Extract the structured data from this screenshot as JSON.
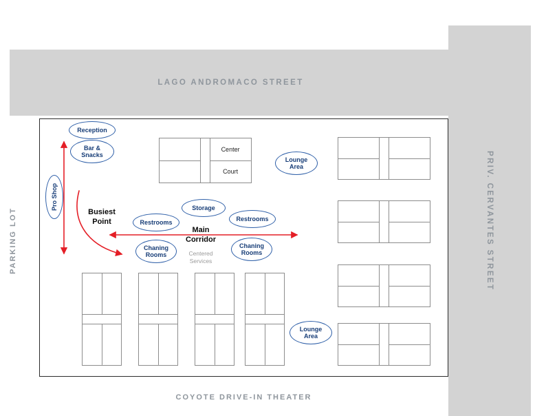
{
  "colors": {
    "street-bg": "#d3d3d3",
    "street-text": "#8f969d",
    "plan-border": "#2b2b2b",
    "oval-stroke": "#2e5fa8",
    "oval-text": "#173d77",
    "court-line": "#8c8c8c",
    "arrow": "#e41e26",
    "note-text": "#0a0a0a",
    "muted-text": "#9a9a9a"
  },
  "streets": {
    "top": "LAGO ANDROMACO STREET",
    "right": "PRIV. CERVANTES STREET",
    "left_area": "PARKING LOT",
    "bottom_area": "COYOTE DRIVE-IN THEATER"
  },
  "zones": {
    "reception": "Reception",
    "bar_snacks": "Bar &\nSnacks",
    "pro_shop": "Pro Shop",
    "lounge_top": "Lounge\nArea",
    "storage": "Storage",
    "restrooms_left": "Restrooms",
    "restrooms_right": "Restrooms",
    "changing_left": "Chaning\nRooms",
    "changing_right": "Chaning\nRooms",
    "lounge_bottom": "Lounge\nArea"
  },
  "annotations": {
    "busiest_point": "Busiest\nPoint",
    "main_corridor": "Main\nCorridor",
    "centered_services": "Centered\nServices",
    "center_court_top": "Center",
    "center_court_bottom": "Court"
  }
}
